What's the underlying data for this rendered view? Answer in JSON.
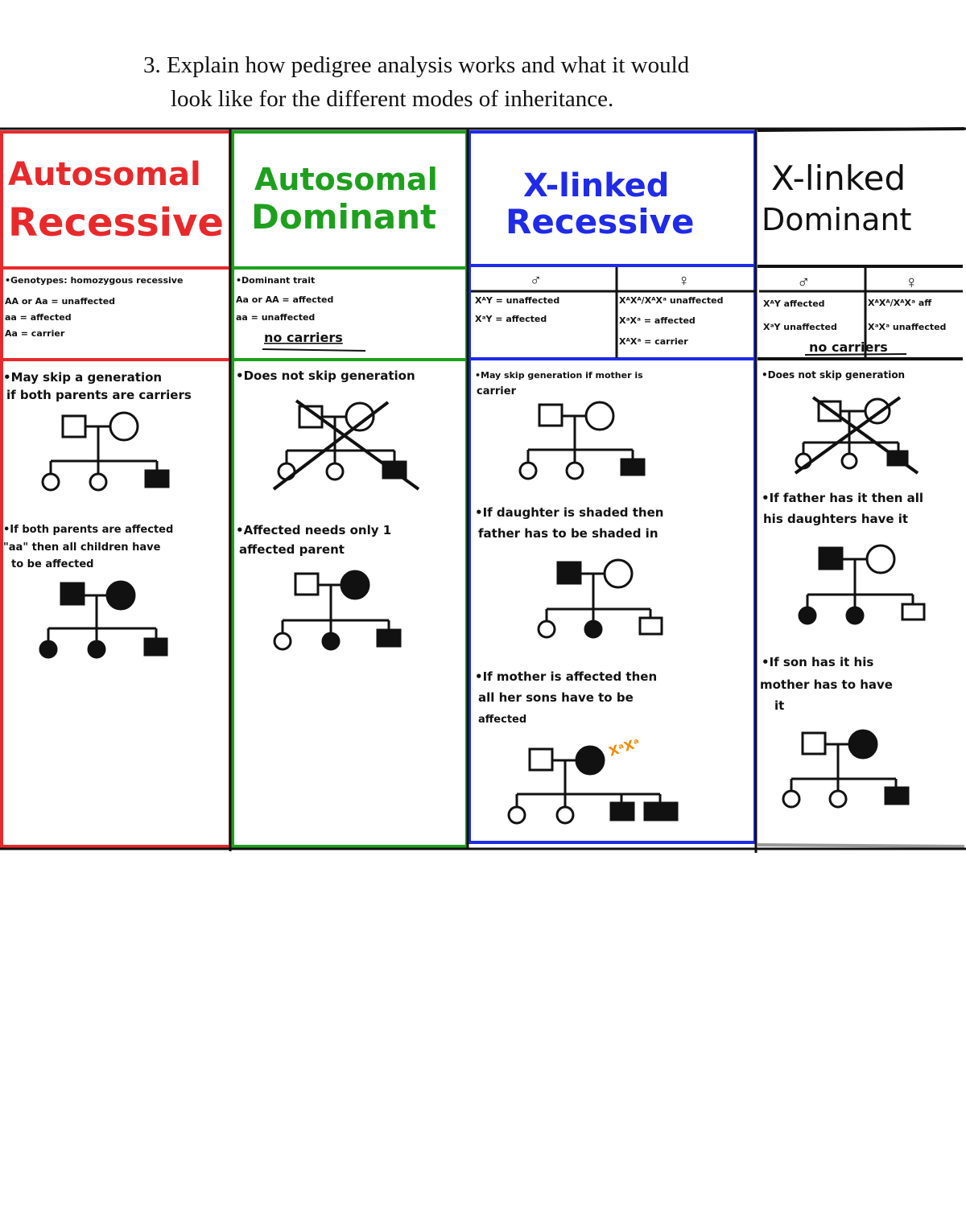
{
  "question": {
    "line1": "3. Explain how pedigree analysis works and what it would",
    "line2": "look like for the different modes of inheritance."
  },
  "colors": {
    "ar": "#e8292b",
    "ad": "#1ea01e",
    "xr": "#1f2be8",
    "xd": "#111111",
    "note": "#f08c00"
  },
  "columns": [
    {
      "title1": "Autosomal",
      "title2": "Recessive",
      "genotypes": [
        "•Genotypes: homozygous recessive",
        "AA or Aa = unaffected",
        "aa = affected",
        "Aa = carrier"
      ],
      "note1": [
        "•May skip a generation",
        "if both parents are carriers"
      ],
      "note2": [
        "•If both parents are affected",
        "\"aa\" then all children have",
        "to be affected"
      ]
    },
    {
      "title1": "Autosomal",
      "title2": "Dominant",
      "genotypes": [
        "•Dominant trait",
        "Aa or AA = affected",
        "aa = unaffected"
      ],
      "no_carriers": "no carriers",
      "note1": [
        "•Does not skip generation"
      ],
      "note2": [
        "•Affected needs only 1",
        "affected parent"
      ]
    },
    {
      "title1": "X-linked",
      "title2": "Recessive",
      "male_symbol": "♂",
      "female_symbol": "♀",
      "male_genotypes": [
        "XᴬY = unaffected",
        "XᵃY = affected"
      ],
      "female_genotypes": [
        "XᴬXᴬ/XᴬXᵃ unaffected",
        "XᵃXᵃ = affected",
        "XᴬXᵃ = carrier"
      ],
      "note1": [
        "•May skip generation if mother is",
        "carrier"
      ],
      "note2": [
        "•If daughter is shaded then",
        "father has to be shaded in"
      ],
      "note3": [
        "•If mother is affected then",
        "all her sons have to be",
        "affected"
      ],
      "annotation": "XᵃXᵃ"
    },
    {
      "title1": "X-linked",
      "title2": "Dominant",
      "male_symbol": "♂",
      "female_symbol": "♀",
      "male_genotypes": [
        "XᴬY affected",
        "XᵃY unaffected"
      ],
      "female_genotypes": [
        "XᴬXᴬ/XᴬXᵃ aff",
        "XᵃXᵃ unaffected"
      ],
      "no_carriers": "no carriers",
      "note1": [
        "•Does not skip generation"
      ],
      "note2": [
        "•If father has it then all",
        "his daughters have it"
      ],
      "note3": [
        "•If son has it his",
        "mother has to have",
        "it"
      ]
    }
  ]
}
